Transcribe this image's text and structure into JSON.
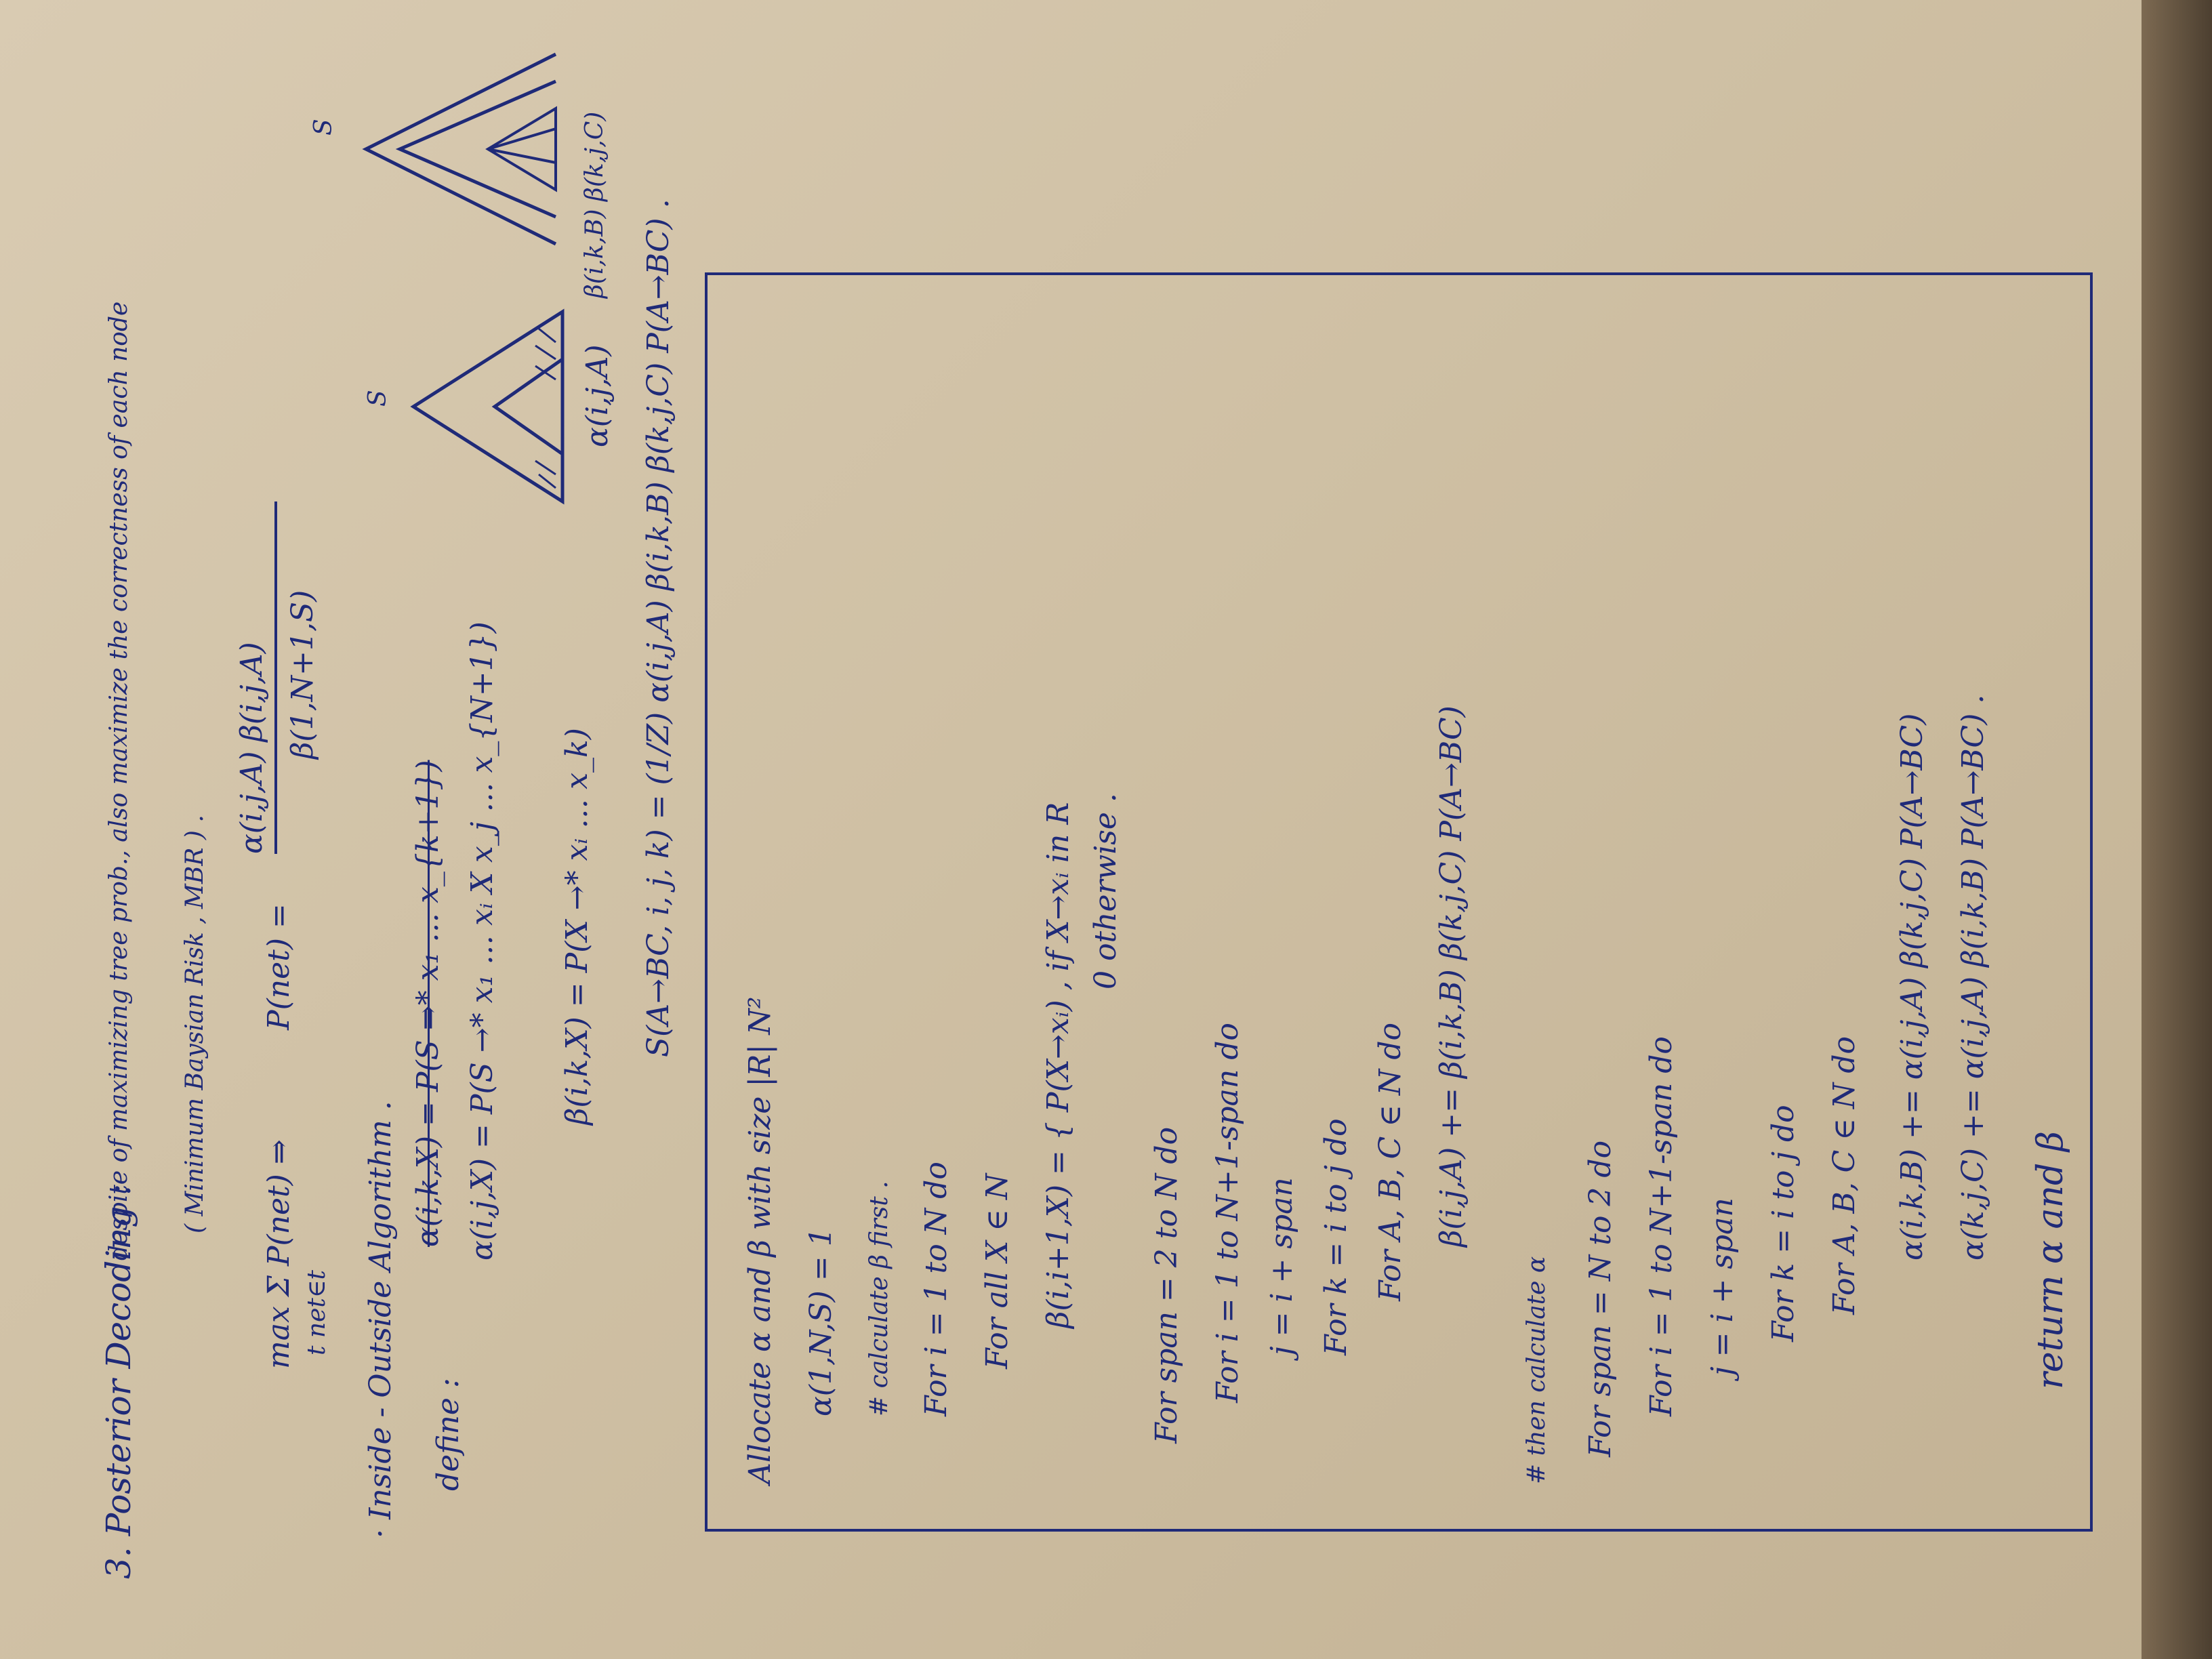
{
  "header": {
    "section": "3. Posterior Decoding :",
    "desc": "despite of maximizing tree prob., also maximize the correctness of each node",
    "mbr": "( Minimum Baysian Risk , MBR ) ."
  },
  "formula": {
    "max": "max Σ P(net) ⇒",
    "max_sub": "t    net∈t",
    "pnet": "P(net) =",
    "numer": "α(i,j,A) β(i,j,A)",
    "denom": "β(1,N+1,S)"
  },
  "io": {
    "title": "· Inside - Outside Algorithm .",
    "define": "define :",
    "struck": "α(i,k,X) = P(S ⇒* x₁ … x_{k+1})",
    "alpha_def": "α(i,j,X) = P(S →* x₁ … xᵢ X x_j … x_{N+1})",
    "beta_def": "β(i,k,X) = P(X →* xᵢ … x_k)",
    "s_def": "S(A→BC, i, j, k) = (1/Z) α(i,j,A) β(i,k,B) β(k,j,C) P(A→BC) .",
    "tri1_label": "α(i,j,A)",
    "tri2_label": "β(i,k,B) β(k,j,C)"
  },
  "algo": {
    "l1": "Allocate α and β with size |R| N²",
    "l2": "α(1,N,S) = 1",
    "l3": "# calculate β first .",
    "l4": "For i = 1 to N do",
    "l5": "For all X ∈ N",
    "l6": "β(i,i+1,X) = { P(X→xᵢ) ,  if X→xᵢ in R",
    "l7": "0          otherwise .",
    "l8": "For span = 2 to N do",
    "l9": "For i = 1 to N+1-span do",
    "l10": "j = i + span",
    "l11": "For k = i to j do",
    "l12": "For A, B, C ∈ N do",
    "l13": "β(i,j,A) += β(i,k,B) β(k,j,C) P(A→BC)",
    "l14": "# then calculate α",
    "l15": "For span = N to 2 do",
    "l16": "For i = 1 to N+1-span do",
    "l17": "j = i + span",
    "l18": "For k = i to j do",
    "l19": "For A, B, C ∈ N do",
    "l20": "α(i,k,B) += α(i,j,A) β(k,j,C) P(A→BC)",
    "l21": "α(k,j,C) += α(i,j,A) β(i,k,B) P(A→BC) .",
    "l22": "return α and β"
  }
}
